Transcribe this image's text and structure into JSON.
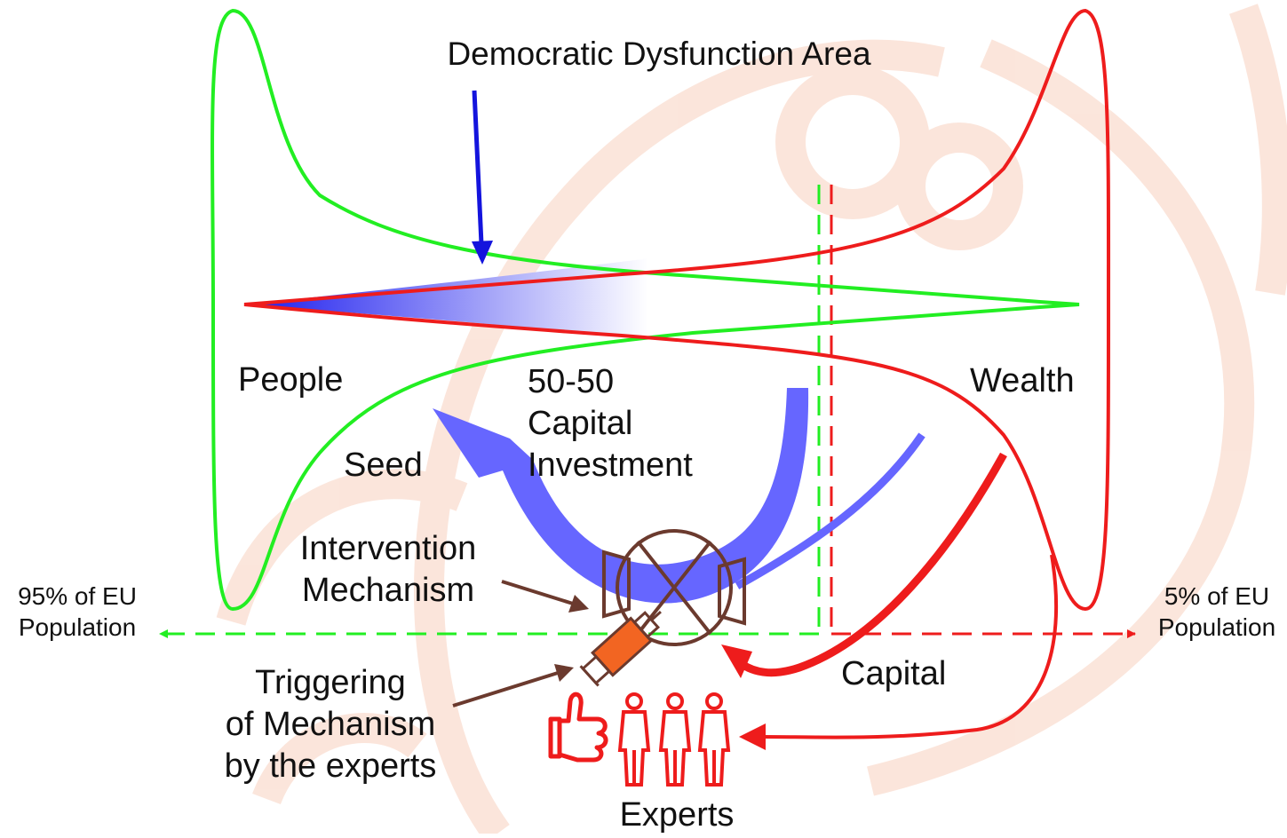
{
  "title": "Democratic Dysfunction Area",
  "labels": {
    "people": "People",
    "wealth": "Wealth",
    "seed": "Seed",
    "investment_line1": "50-50",
    "investment_line2": "Capital",
    "investment_line3": "Investment",
    "intervention_line1": "Intervention",
    "intervention_line2": "Mechanism",
    "triggering_line1": "Triggering",
    "triggering_line2": "of Mechanism",
    "triggering_line3": "by the experts",
    "capital": "Capital",
    "experts": "Experts",
    "left_pop_line1": "95% of EU",
    "left_pop_line2": "Population",
    "right_pop_line1": "5% of EU",
    "right_pop_line2": "Population"
  },
  "colors": {
    "people_curve": "#22ee22",
    "wealth_curve": "#ee1c1c",
    "flow_arrows": "#6666ff",
    "pointer_arrow": "#1414dd",
    "mechanism": "#6b3a2e",
    "trigger": "#f26522",
    "experts": "#ee1c1c",
    "watermark": "#fbe3d8"
  },
  "icons": {
    "mechanism": "valve-icon",
    "trigger": "syringe-icon",
    "approval": "thumbs-up-icon",
    "person": "person-icon"
  }
}
